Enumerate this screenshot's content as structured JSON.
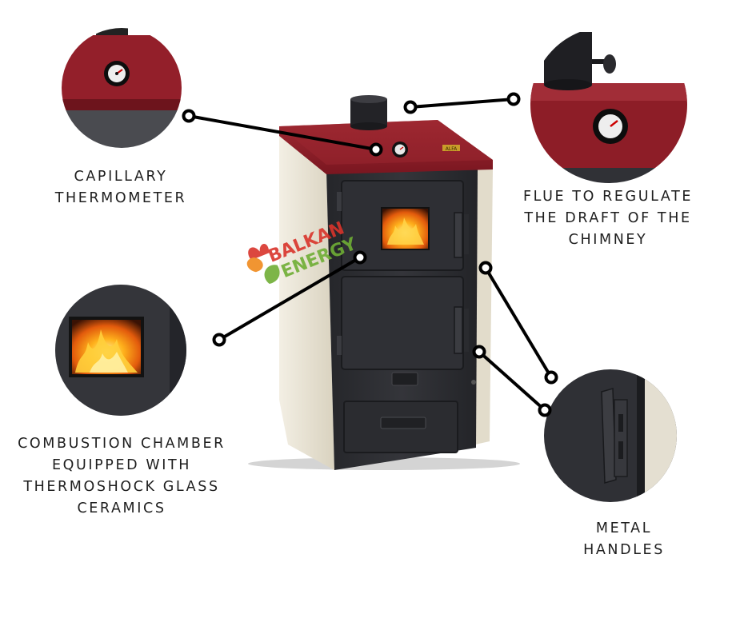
{
  "watermark": {
    "line1": "BALKAN",
    "line2": "ENERGY"
  },
  "stove": {
    "brand_plate": "ALFA"
  },
  "callouts": [
    {
      "id": "thermometer",
      "lines": [
        "CAPILLARY",
        "THERMOMETER"
      ]
    },
    {
      "id": "flue",
      "lines": [
        "FLUE TO REGULATE",
        "THE DRAFT OF THE",
        "CHIMNEY"
      ]
    },
    {
      "id": "combustion",
      "lines": [
        "COMBUSTION CHAMBER",
        "EQUIPPED WITH",
        "THERMOSHOCK GLASS",
        "CERAMICS"
      ]
    },
    {
      "id": "handles",
      "lines": [
        "METAL",
        "HANDLES"
      ]
    }
  ],
  "colors": {
    "top_red": "#8a1c26",
    "body_cream": "#e9e3d3",
    "front_black": "#2c2d31",
    "line": "#000000",
    "text": "#1e1e1e",
    "watermark_red": "#d9342b",
    "watermark_green": "#6fae35",
    "watermark_orange": "#f08a1c"
  }
}
